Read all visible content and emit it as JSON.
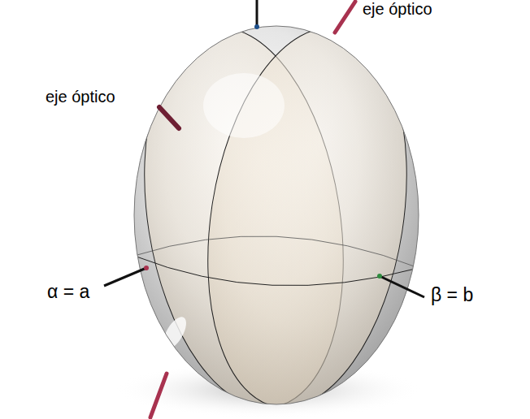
{
  "diagram": {
    "labels": [
      "eje óptico",
      "eje óptico",
      "α = a",
      "β = b"
    ]
  }
}
